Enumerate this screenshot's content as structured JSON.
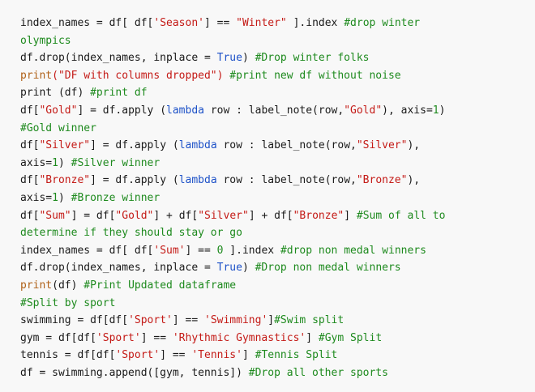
{
  "code_panel": {
    "lines": [
      [
        [
          "plain",
          "index_names = df[ df["
        ],
        [
          "str",
          "'Season'"
        ],
        [
          "plain",
          "] == "
        ],
        [
          "str",
          "\"Winter\""
        ],
        [
          "plain",
          " ].index "
        ],
        [
          "com",
          "#drop winter"
        ]
      ],
      [
        [
          "com",
          "olympics"
        ]
      ],
      [
        [
          "plain",
          "df.drop(index_names, inplace = "
        ],
        [
          "kw",
          "True"
        ],
        [
          "plain",
          ") "
        ],
        [
          "com",
          "#Drop winter folks"
        ]
      ],
      [
        [
          "fn",
          "print"
        ],
        [
          "str",
          "(\"DF with columns dropped\")"
        ],
        [
          "plain",
          " "
        ],
        [
          "com",
          "#print new df without noise"
        ]
      ],
      [
        [
          "plain",
          "print (df) "
        ],
        [
          "com",
          "#print df"
        ]
      ],
      [
        [
          "plain",
          "df["
        ],
        [
          "str",
          "\"Gold\""
        ],
        [
          "plain",
          "] = df.apply ("
        ],
        [
          "kw",
          "lambda"
        ],
        [
          "plain",
          " row : label_note(row,"
        ],
        [
          "str",
          "\"Gold\""
        ],
        [
          "plain",
          "), axis="
        ],
        [
          "num",
          "1"
        ],
        [
          "plain",
          ")"
        ]
      ],
      [
        [
          "com",
          "#Gold winner"
        ]
      ],
      [
        [
          "plain",
          "df["
        ],
        [
          "str",
          "\"Silver\""
        ],
        [
          "plain",
          "] = df.apply ("
        ],
        [
          "kw",
          "lambda"
        ],
        [
          "plain",
          " row : label_note(row,"
        ],
        [
          "str",
          "\"Silver\""
        ],
        [
          "plain",
          "),"
        ]
      ],
      [
        [
          "plain",
          "axis="
        ],
        [
          "num",
          "1"
        ],
        [
          "plain",
          ") "
        ],
        [
          "com",
          "#Silver winner"
        ]
      ],
      [
        [
          "plain",
          "df["
        ],
        [
          "str",
          "\"Bronze\""
        ],
        [
          "plain",
          "] = df.apply ("
        ],
        [
          "kw",
          "lambda"
        ],
        [
          "plain",
          " row : label_note(row,"
        ],
        [
          "str",
          "\"Bronze\""
        ],
        [
          "plain",
          "),"
        ]
      ],
      [
        [
          "plain",
          "axis="
        ],
        [
          "num",
          "1"
        ],
        [
          "plain",
          ") "
        ],
        [
          "com",
          "#Bronze winner"
        ]
      ],
      [
        [
          "plain",
          "df["
        ],
        [
          "str",
          "\"Sum\""
        ],
        [
          "plain",
          "] = df["
        ],
        [
          "str",
          "\"Gold\""
        ],
        [
          "plain",
          "] + df["
        ],
        [
          "str",
          "\"Silver\""
        ],
        [
          "plain",
          "] + df["
        ],
        [
          "str",
          "\"Bronze\""
        ],
        [
          "plain",
          "] "
        ],
        [
          "com",
          "#Sum of all to"
        ]
      ],
      [
        [
          "com",
          "determine if they should stay or go"
        ]
      ],
      [
        [
          "plain",
          "index_names = df[ df["
        ],
        [
          "str",
          "'Sum'"
        ],
        [
          "plain",
          "] == "
        ],
        [
          "num",
          "0"
        ],
        [
          "plain",
          " ].index "
        ],
        [
          "com",
          "#drop non medal winners"
        ]
      ],
      [
        [
          "plain",
          "df.drop(index_names, inplace = "
        ],
        [
          "kw",
          "True"
        ],
        [
          "plain",
          ") "
        ],
        [
          "com",
          "#Drop non medal winners"
        ]
      ],
      [
        [
          "fn",
          "print"
        ],
        [
          "plain",
          "(df) "
        ],
        [
          "com",
          "#Print Updated dataframe"
        ]
      ],
      [
        [
          "com",
          "#Split by sport"
        ]
      ],
      [
        [
          "plain",
          "swimming = df[df["
        ],
        [
          "str",
          "'Sport'"
        ],
        [
          "plain",
          "] == "
        ],
        [
          "str",
          "'Swimming'"
        ],
        [
          "plain",
          "]"
        ],
        [
          "com",
          "#Swim split"
        ]
      ],
      [
        [
          "plain",
          "gym = df[df["
        ],
        [
          "str",
          "'Sport'"
        ],
        [
          "plain",
          "] == "
        ],
        [
          "str",
          "'Rhythmic Gymnastics'"
        ],
        [
          "plain",
          "] "
        ],
        [
          "com",
          "#Gym Split"
        ]
      ],
      [
        [
          "plain",
          "tennis = df[df["
        ],
        [
          "str",
          "'Sport'"
        ],
        [
          "plain",
          "] == "
        ],
        [
          "str",
          "'Tennis'"
        ],
        [
          "plain",
          "] "
        ],
        [
          "com",
          "#Tennis Split"
        ]
      ],
      [
        [
          "plain",
          "df = swimming.append([gym, tennis]) "
        ],
        [
          "com",
          "#Drop all other sports"
        ]
      ]
    ]
  },
  "colors": {
    "background": "#f8f8f8",
    "text": "#1a1a1a",
    "string": "#c41a16",
    "comment": "#1e8a1e",
    "keyword": "#1e52c8",
    "builtin": "#b0621a"
  }
}
